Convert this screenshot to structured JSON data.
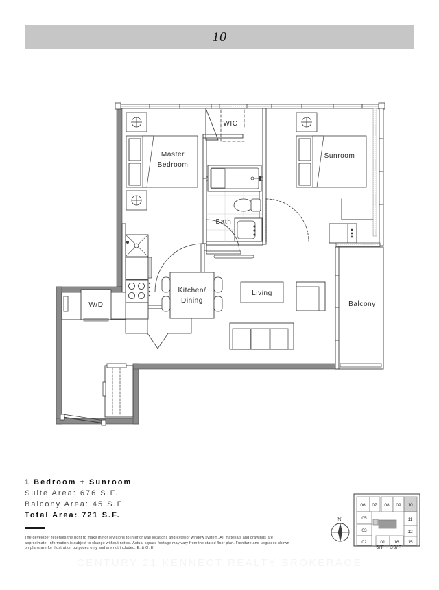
{
  "header": {
    "unit_number": "10",
    "bar_color": "#c6c6c6"
  },
  "floorplan": {
    "rooms": [
      {
        "id": "master-bedroom",
        "label": "Master\nBedroom",
        "line1": "Master",
        "line2": "Bedroom"
      },
      {
        "id": "wic",
        "label": "WIC"
      },
      {
        "id": "sunroom",
        "label": "Sunroom"
      },
      {
        "id": "bath",
        "label": "Bath"
      },
      {
        "id": "kitchen-dining",
        "line1": "Kitchen/",
        "line2": "Dining"
      },
      {
        "id": "living",
        "label": "Living"
      },
      {
        "id": "balcony",
        "label": "Balcony"
      },
      {
        "id": "laundry",
        "label": "W/D"
      }
    ],
    "wall_color": "#8a8a8a",
    "line_color": "#3c3c3c"
  },
  "info": {
    "title": "1 Bedroom + Sunroom",
    "suite_area": "Suite Area: 676 S.F.",
    "balcony_area": "Balcony Area: 45 S.F.",
    "total_area": "Total Area: 721 S.F."
  },
  "disclaimer": "The developer reserves the right to make minor revisions to interior wall locations and exterior window system. All materials and drawings are approximate. Information is subject to change without notice. Actual square footage may vary from the stated floor plan. Furniture and upgrades shown on plans are for illustration purposes only and are not included. E. & O. E.",
  "keyplan": {
    "floors_label": "6/F - 30/F",
    "compass": "N",
    "highlighted_unit": "10",
    "units": [
      {
        "id": "06",
        "label": "06"
      },
      {
        "id": "07",
        "label": "07"
      },
      {
        "id": "08",
        "label": "08"
      },
      {
        "id": "09",
        "label": "09"
      },
      {
        "id": "10",
        "label": "10"
      },
      {
        "id": "11",
        "label": "11"
      },
      {
        "id": "12",
        "label": "12"
      },
      {
        "id": "15",
        "label": "15"
      },
      {
        "id": "16",
        "label": "16"
      },
      {
        "id": "01",
        "label": "01"
      },
      {
        "id": "02",
        "label": "02"
      },
      {
        "id": "03",
        "label": "03"
      },
      {
        "id": "05",
        "label": "05"
      }
    ],
    "highlight_color": "#d0d0d0"
  },
  "watermark": {
    "text": "CENTURY 21 KENNECT REALTY  BROKERAGE"
  }
}
